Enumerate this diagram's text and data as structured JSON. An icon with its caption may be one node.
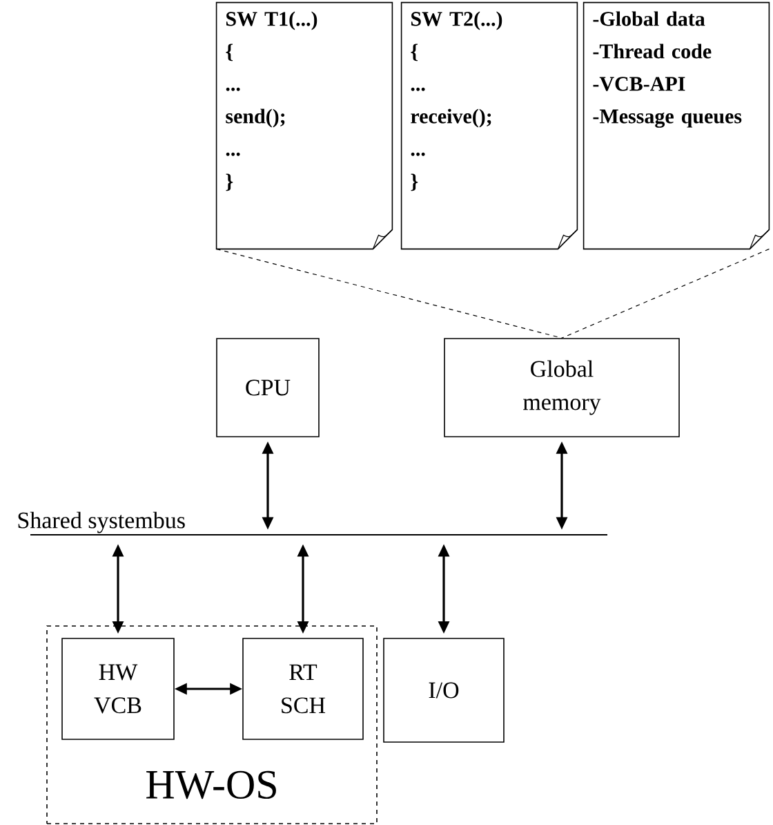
{
  "diagram": {
    "nodes": [
      {
        "text": [
          "SW T1(...)",
          "{",
          "...",
          "send();",
          "...",
          "}"
        ]
      },
      {
        "text": [
          "SW T2(...)",
          "{",
          "...",
          "receive();",
          "...",
          "}"
        ]
      },
      {
        "text": [
          "-Global data",
          "-Thread code",
          "-VCB-API",
          "-Message queues"
        ]
      },
      {
        "text": [
          "CPU"
        ]
      },
      {
        "text": [
          "Global memory"
        ]
      },
      {
        "text": [
          "Shared systembus"
        ]
      },
      {
        "text": [
          "HW-OS"
        ]
      },
      {
        "text": [
          "HW VCB"
        ],
        "in": 6
      },
      {
        "text": [
          "RT SCH"
        ],
        "in": 6
      },
      {
        "text": [
          "I/O"
        ]
      }
    ],
    "edges": [
      {
        "from": 0,
        "to": 4,
        "arrow": "none",
        "style": "dashed"
      },
      {
        "from": 2,
        "to": 4,
        "arrow": "none",
        "style": "dashed"
      },
      {
        "from": 3,
        "to": 5,
        "arrow": "both"
      },
      {
        "from": 4,
        "to": 5,
        "arrow": "both"
      },
      {
        "from": 5,
        "to": 7,
        "arrow": "both"
      },
      {
        "from": 5,
        "to": 8,
        "arrow": "both"
      },
      {
        "from": 5,
        "to": 9,
        "arrow": "both"
      },
      {
        "from": 7,
        "to": 8,
        "arrow": "both"
      }
    ]
  }
}
